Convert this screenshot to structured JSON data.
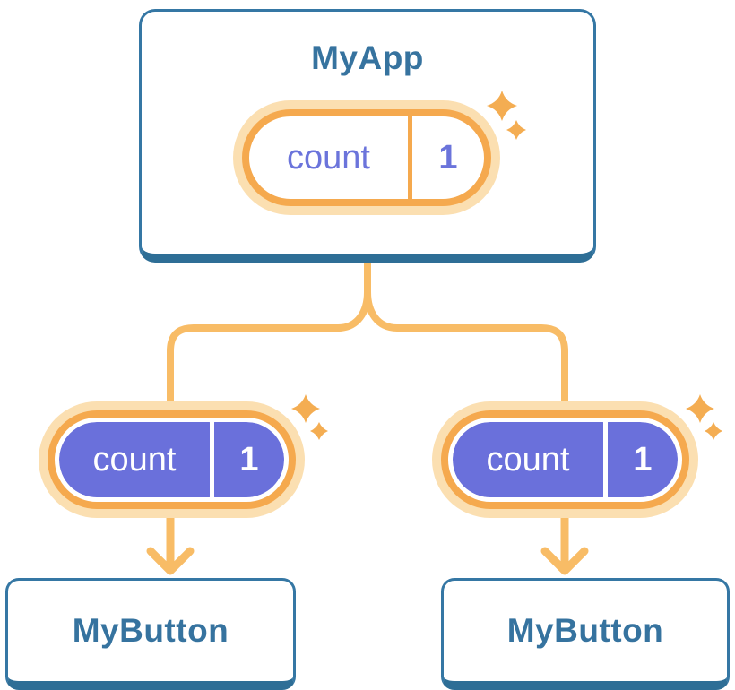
{
  "colors": {
    "canvas-bg": "#FFFFFF",
    "card-bg": "#FFFFFF",
    "card-border": "#3577A4",
    "card-bar": "#2E6E96",
    "blue-text": "#36739F",
    "line-orange": "#F8BC66",
    "pill-border": "#F5A94E",
    "pill-glow": "#FBDFB1",
    "pill-purple": "#6A70DB",
    "purple-text": "#6B74DB",
    "sparkle-orange": "#F4AD52"
  },
  "icons": {
    "sparkle": "✦",
    "arrow_down": "↓"
  },
  "root": {
    "title": "MyApp",
    "state": {
      "label": "count",
      "value": "1"
    }
  },
  "children": [
    {
      "title": "MyButton",
      "state": {
        "label": "count",
        "value": "1"
      }
    },
    {
      "title": "MyButton",
      "state": {
        "label": "count",
        "value": "1"
      }
    }
  ]
}
